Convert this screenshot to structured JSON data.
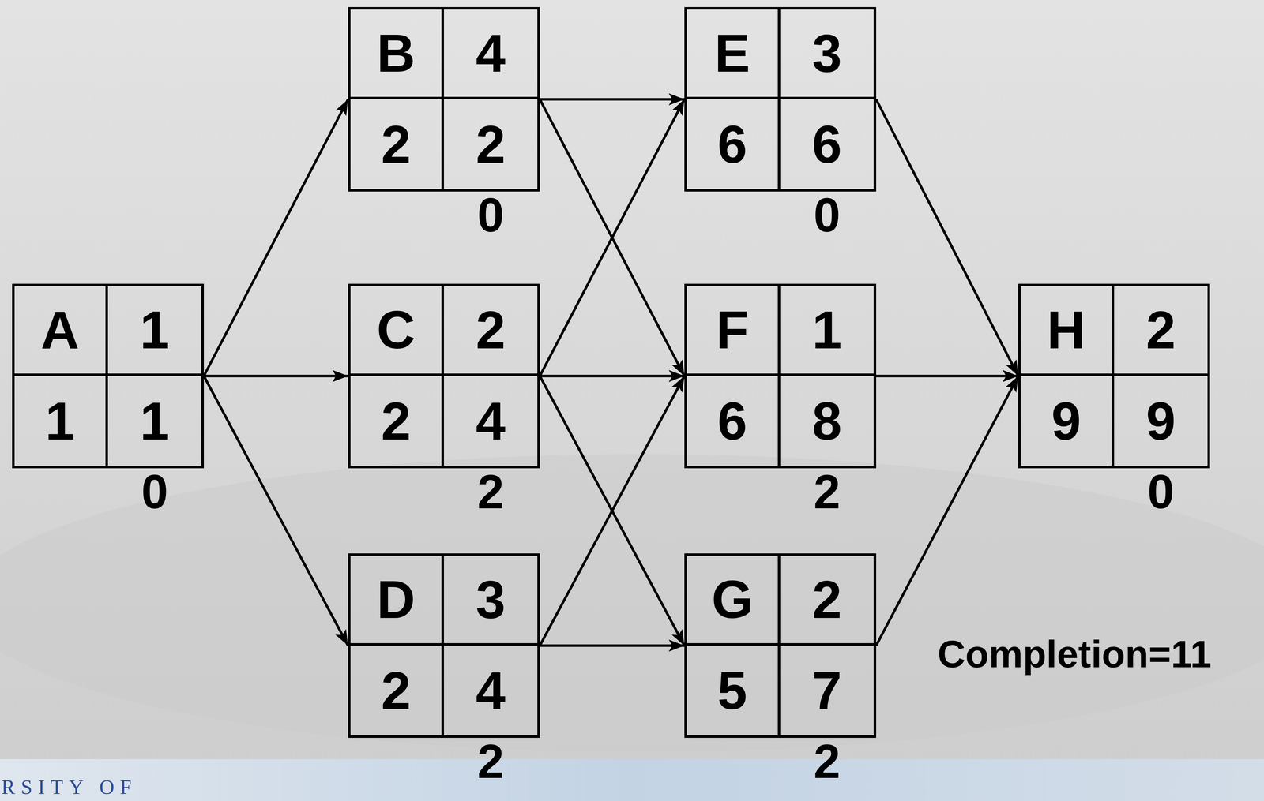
{
  "diagram": {
    "nodes": [
      {
        "text": [
          "A",
          "1",
          "1",
          "1",
          "0"
        ]
      },
      {
        "text": [
          "B",
          "4",
          "2",
          "2",
          "0"
        ]
      },
      {
        "text": [
          "C",
          "2",
          "2",
          "4",
          "2"
        ]
      },
      {
        "text": [
          "D",
          "3",
          "2",
          "4",
          "2"
        ]
      },
      {
        "text": [
          "E",
          "3",
          "6",
          "6",
          "0"
        ]
      },
      {
        "text": [
          "F",
          "1",
          "6",
          "8",
          "2"
        ]
      },
      {
        "text": [
          "G",
          "2",
          "5",
          "7",
          "2"
        ]
      },
      {
        "text": [
          "H",
          "2",
          "9",
          "9",
          "0"
        ]
      }
    ],
    "edges": [
      {
        "from": 0,
        "to": 1,
        "arrow": "to"
      },
      {
        "from": 0,
        "to": 2,
        "arrow": "to"
      },
      {
        "from": 0,
        "to": 3,
        "arrow": "to"
      },
      {
        "from": 1,
        "to": 4,
        "arrow": "to"
      },
      {
        "from": 1,
        "to": 5,
        "arrow": "to"
      },
      {
        "from": 2,
        "to": 4,
        "arrow": "to"
      },
      {
        "from": 2,
        "to": 5,
        "arrow": "to"
      },
      {
        "from": 2,
        "to": 6,
        "arrow": "to"
      },
      {
        "from": 3,
        "to": 5,
        "arrow": "to"
      },
      {
        "from": 3,
        "to": 6,
        "arrow": "to"
      },
      {
        "from": 4,
        "to": 7,
        "arrow": "to"
      },
      {
        "from": 5,
        "to": 7,
        "arrow": "to"
      },
      {
        "from": 6,
        "to": 7,
        "arrow": "to"
      }
    ],
    "labels": [
      "Completion=11",
      "RSITY OF"
    ]
  }
}
